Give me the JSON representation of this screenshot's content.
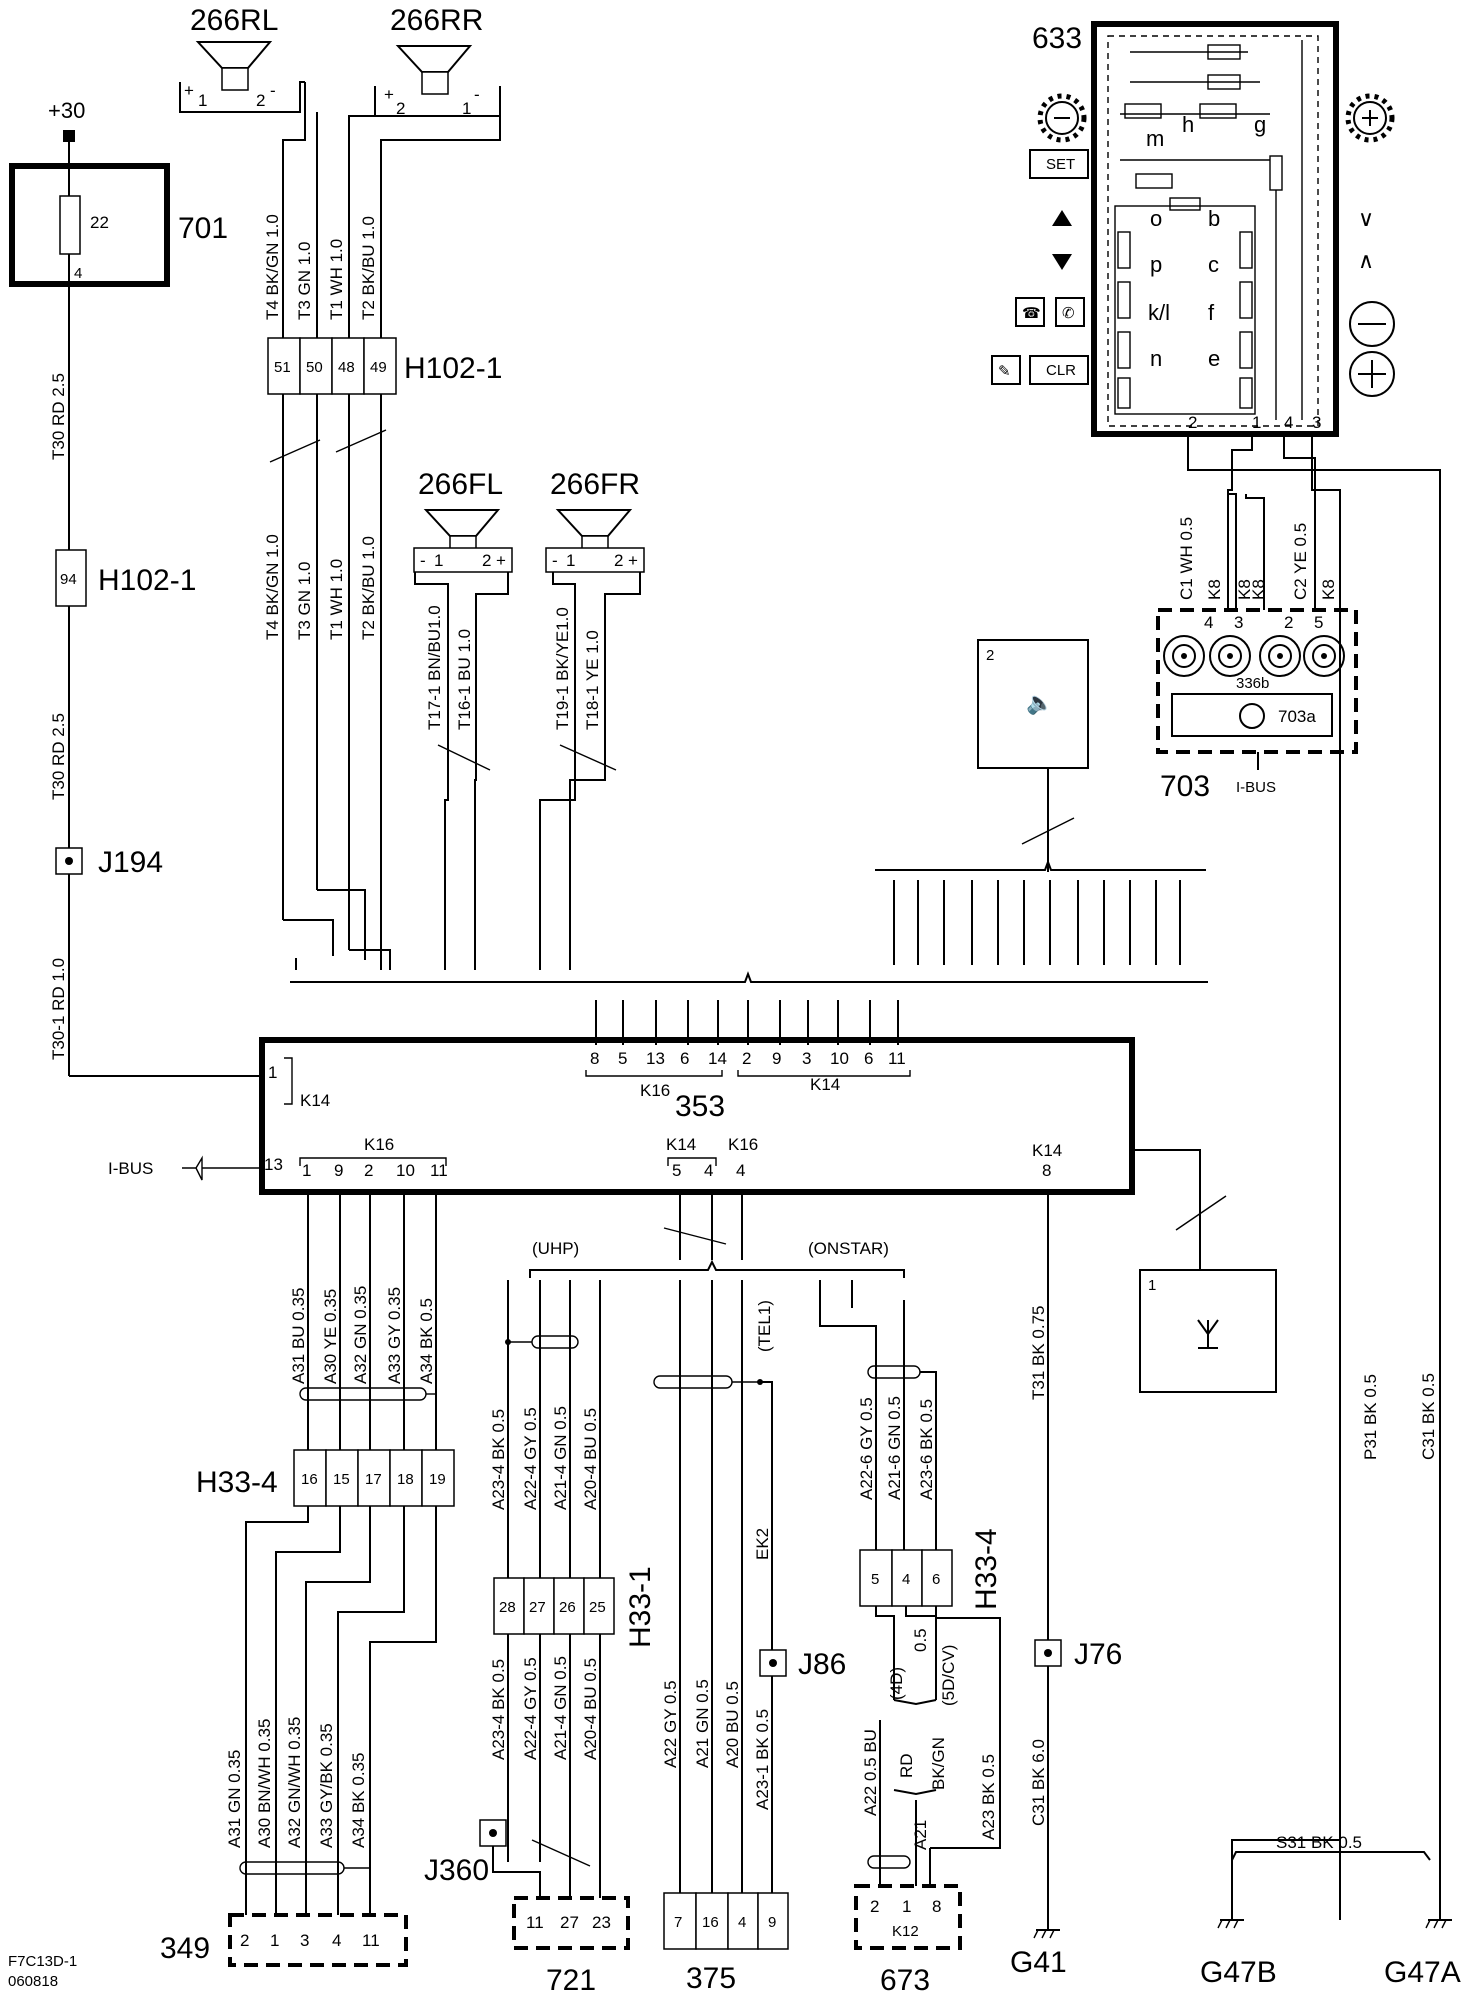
{
  "components": {
    "c701": {
      "label": "701",
      "fuse": "22",
      "pin": "4",
      "supply": "+30"
    },
    "c633": {
      "label": "633",
      "pins": [
        "2",
        "1",
        "4",
        "3"
      ],
      "switches": [
        "m",
        "h",
        "g",
        "o",
        "b",
        "p",
        "c",
        "k/l",
        "f",
        "n",
        "e"
      ],
      "btn_set": "SET",
      "btn_clr": "CLR"
    },
    "c703": {
      "label": "703",
      "sub": "703a",
      "inner": "336b",
      "bus": "I-BUS",
      "pins": [
        "4",
        "3",
        "2",
        "5"
      ]
    },
    "c353": {
      "label": "353",
      "k14": "K14",
      "k16": "K16",
      "ibus": "I-BUS"
    },
    "c349": {
      "label": "349",
      "pins": [
        "2",
        "1",
        "3",
        "4",
        "11"
      ]
    },
    "c721": {
      "label": "721",
      "pins": [
        "11",
        "27",
        "23"
      ]
    },
    "c375": {
      "label": "375",
      "pins": [
        "7",
        "16",
        "4",
        "9"
      ]
    },
    "c673": {
      "label": "673",
      "pins": [
        "2",
        "1",
        "8"
      ],
      "conn": "K12"
    },
    "spk_box": {
      "pin": "2"
    },
    "ant_box": {
      "pin": "1"
    }
  },
  "speakers": {
    "rl": {
      "label": "266RL",
      "p1": "1",
      "p2": "2"
    },
    "rr": {
      "label": "266RR",
      "p1": "2",
      "p2": "1"
    },
    "fl": {
      "label": "266FL",
      "p1": "1",
      "p2": "2"
    },
    "fr": {
      "label": "266FR",
      "p1": "1",
      "p2": "2"
    }
  },
  "connectors": {
    "h102_top": {
      "label": "H102-1",
      "pins": [
        "51",
        "50",
        "48",
        "49"
      ]
    },
    "h102_left": {
      "label": "H102-1",
      "pin": "94"
    },
    "h33_4a": {
      "label": "H33-4",
      "pins": [
        "16",
        "15",
        "17",
        "18",
        "19"
      ]
    },
    "h33_1": {
      "label": "H33-1",
      "pins": [
        "28",
        "27",
        "26",
        "25"
      ]
    },
    "h33_4b": {
      "label": "H33-4",
      "pins": [
        "5",
        "4",
        "6"
      ]
    }
  },
  "splices": {
    "j194": "J194",
    "j86": "J86",
    "j76": "J76",
    "j360": "J360"
  },
  "grounds": {
    "g41": "G41",
    "g47b": "G47B",
    "g47a": "G47A"
  },
  "pins353": {
    "top": [
      "8",
      "5",
      "13",
      "6",
      "14",
      "2",
      "9",
      "3",
      "10",
      "6",
      "11"
    ],
    "left": [
      "1",
      "13"
    ],
    "bottom_k16": [
      "1",
      "9",
      "2",
      "10",
      "11"
    ],
    "bottom_mid": [
      "5",
      "4",
      "4"
    ],
    "bottom_right": "8"
  },
  "wires": {
    "t30a": "T30  RD  2.5",
    "t30b": "T30  RD  2.5",
    "t30_1": "T30-1  RD  1.0",
    "t4": "T4  BK/GN  1.0",
    "t3": "T3  GN  1.0",
    "t1": "T1  WH  1.0",
    "t2": "T2  BK/BU  1.0",
    "t4b": "T4  BK/GN  1.0",
    "t3b": "T3  GN  1.0",
    "t1b": "T1  WH  1.0",
    "t2b": "T2  BK/BU  1.0",
    "t17": "T17-1  BN/BU1.0",
    "t16": "T16-1  BU  1.0",
    "t19": "T19-1  BK/YE1.0",
    "t18": "T18-1  YE  1.0",
    "c1": "C1  WH  0.5",
    "c2": "C2  YE  0.5",
    "k8": "K8",
    "a31": "A31  BU  0.35",
    "a30": "A30  YE  0.35",
    "a32": "A32  GN  0.35",
    "a33": "A33  GY  0.35",
    "a34": "A34  BK  0.5",
    "a31b": "A31  GN  0.35",
    "a30b": "A30  BN/WH  0.35",
    "a32b": "A32  GN/WH  0.35",
    "a33b": "A33  GY/BK  0.35",
    "a34b": "A34  BK  0.35",
    "a23_4": "A23-4  BK  0.5",
    "a22_4": "A22-4  GY  0.5",
    "a21_4": "A21-4  GN  0.5",
    "a20_4": "A20-4  BU  0.5",
    "a22": "A22  GY  0.5",
    "a21": "A21  GN  0.5",
    "a20": "A20  BU  0.5",
    "a23_1": "A23-1  BK  0.5",
    "ek2": "EK2",
    "a22_6": "A22-6  GY  0.5",
    "a21_6": "A21-6  GN  0.5",
    "a23_6": "A23-6  BK  0.5",
    "a22c": "A22  0.5  BU",
    "rd": "RD",
    "bkgn": "BK/GN",
    "a21c": "A21",
    "a23c": "A23  BK  0.5",
    "v05": "0.5",
    "t31": "T31  BK  0.75",
    "c31a": "C31  BK  6.0",
    "p31": "P31  BK  0.5",
    "c31b": "C31  BK  0.5",
    "s31": "S31  BK  0.5"
  },
  "brackets": {
    "uhp": "(UHP)",
    "onstar": "(ONSTAR)",
    "tel1": "(TEL1)",
    "d4": "(4D)",
    "d5": "(5D/CV)"
  },
  "footer": {
    "line1": "F7C13D-1",
    "line2": "060818"
  }
}
